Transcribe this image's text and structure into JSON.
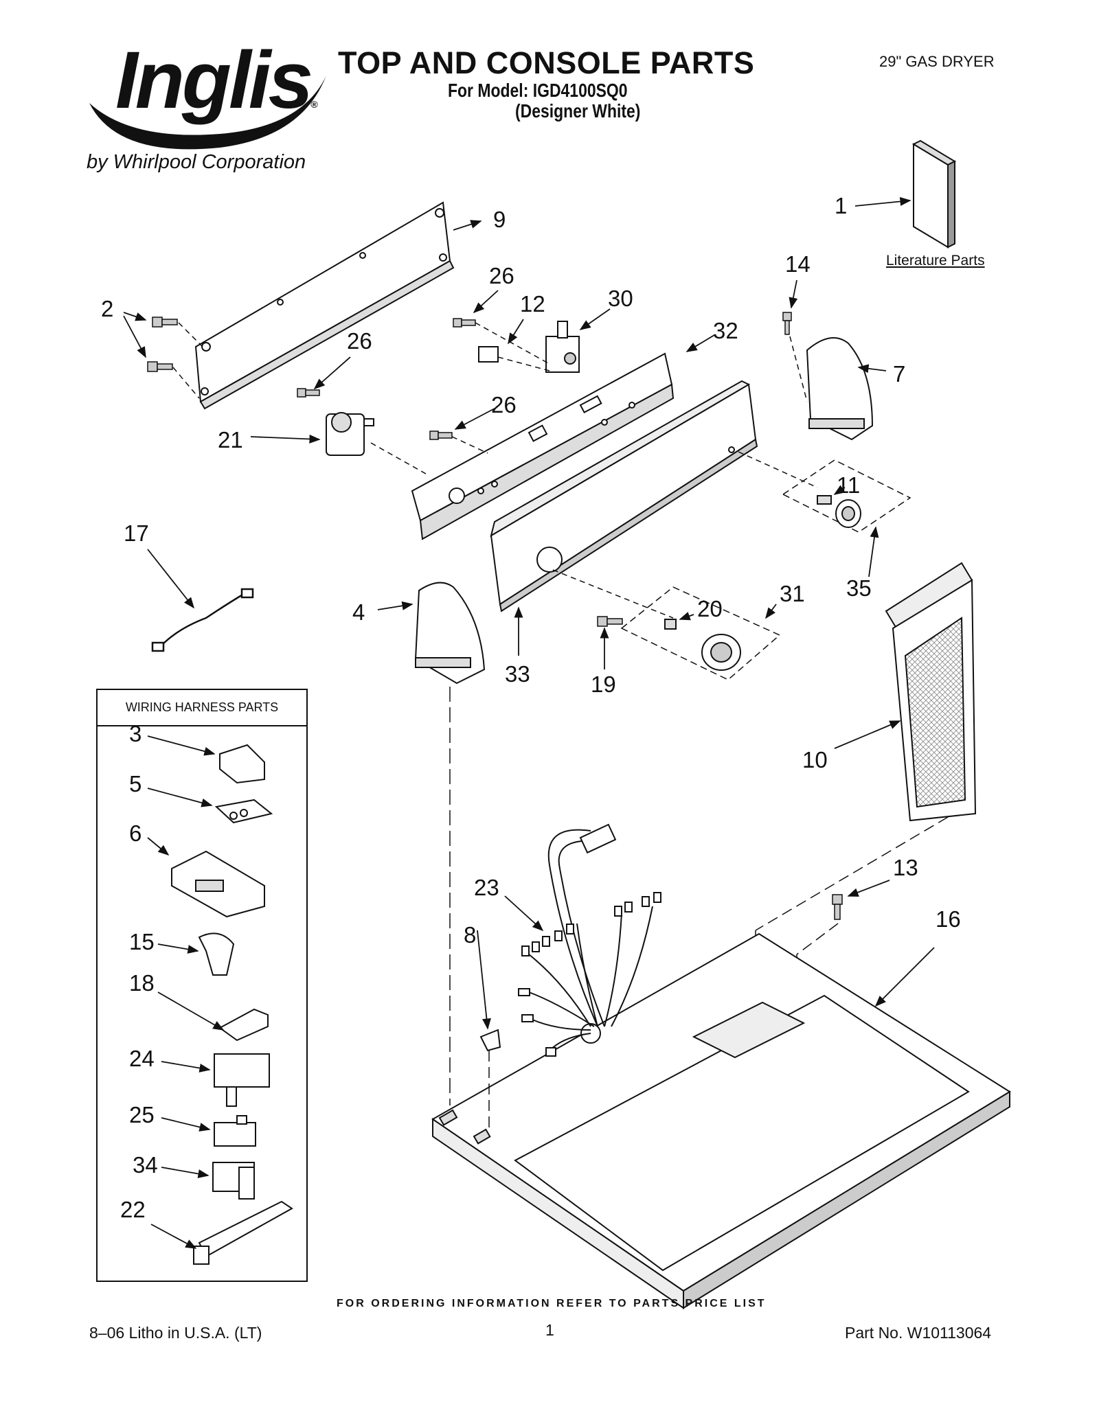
{
  "brand": {
    "logo": "Inglis",
    "byline": "by Whirlpool Corporation"
  },
  "header": {
    "title": "TOP AND CONSOLE PARTS",
    "model_line": "For Model: IGD4100SQ0",
    "color_line": "(Designer White)",
    "product": "29\" GAS DRYER"
  },
  "literature_label": "Literature Parts",
  "wiring_box_title": "WIRING HARNESS PARTS",
  "callouts": {
    "c1": "1",
    "c2": "2",
    "c3": "3",
    "c4": "4",
    "c5": "5",
    "c6": "6",
    "c7": "7",
    "c8": "8",
    "c9": "9",
    "c10": "10",
    "c11": "11",
    "c12": "12",
    "c13": "13",
    "c14": "14",
    "c15": "15",
    "c16": "16",
    "c17": "17",
    "c18": "18",
    "c19": "19",
    "c20": "20",
    "c21": "21",
    "c22": "22",
    "c23": "23",
    "c24": "24",
    "c25": "25",
    "c26a": "26",
    "c26b": "26",
    "c26c": "26",
    "c30": "30",
    "c31": "31",
    "c32": "32",
    "c33": "33",
    "c34": "34",
    "c35": "35"
  },
  "footer": {
    "ordering": "FOR ORDERING INFORMATION REFER TO PARTS PRICE LIST",
    "litho": "8–06 Litho in U.S.A. (LT)",
    "page": "1",
    "part_no": "Part No. W10113064"
  }
}
